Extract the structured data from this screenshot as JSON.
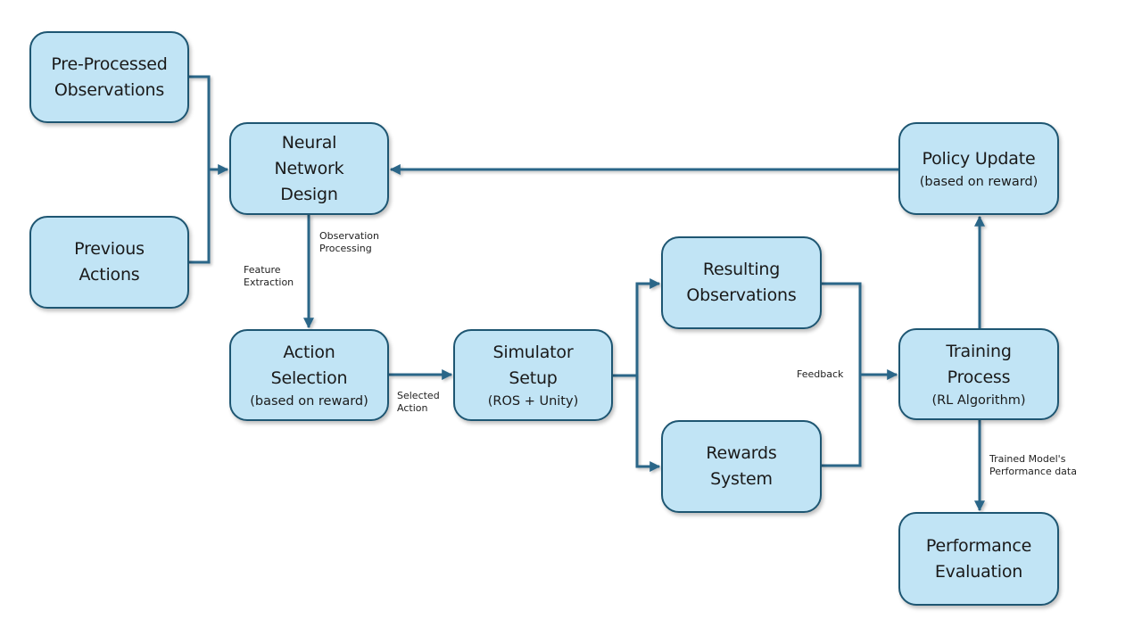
{
  "diagram": {
    "colors": {
      "node_fill": "#c1e4f5",
      "node_border": "#1e5672",
      "connector": "#2a6688"
    },
    "nodes": {
      "pre_processed": {
        "title": "Pre-Processed\nObservations"
      },
      "previous_actions": {
        "title": "Previous\nActions"
      },
      "neural_network": {
        "title": "Neural\nNetwork\nDesign"
      },
      "action_selection": {
        "title": "Action\nSelection",
        "subtitle": "(based on reward)"
      },
      "simulator": {
        "title": "Simulator\nSetup",
        "subtitle": "(ROS + Unity)"
      },
      "resulting_obs": {
        "title": "Resulting\nObservations"
      },
      "rewards": {
        "title": "Rewards\nSystem"
      },
      "training": {
        "title": "Training\nProcess",
        "subtitle": "(RL Algorithm)"
      },
      "policy_update": {
        "title": "Policy Update",
        "subtitle": "(based on reward)"
      },
      "performance": {
        "title": "Performance\nEvaluation"
      }
    },
    "edge_labels": {
      "observation_processing": "Observation\nProcessing",
      "feature_extraction": "Feature\nExtraction",
      "selected_action": "Selected\nAction",
      "feedback": "Feedback",
      "performance_data": "Trained Model's\nPerformance data"
    },
    "edges": [
      {
        "from": "pre_processed",
        "to": "neural_network"
      },
      {
        "from": "previous_actions",
        "to": "neural_network"
      },
      {
        "from": "neural_network",
        "to": "action_selection",
        "labels": [
          "observation_processing",
          "feature_extraction"
        ]
      },
      {
        "from": "action_selection",
        "to": "simulator",
        "labels": [
          "selected_action"
        ]
      },
      {
        "from": "simulator",
        "to": "resulting_obs"
      },
      {
        "from": "simulator",
        "to": "rewards"
      },
      {
        "from": "resulting_obs",
        "to": "training",
        "labels": [
          "feedback"
        ]
      },
      {
        "from": "rewards",
        "to": "training",
        "labels": [
          "feedback"
        ]
      },
      {
        "from": "training",
        "to": "policy_update"
      },
      {
        "from": "policy_update",
        "to": "neural_network"
      },
      {
        "from": "training",
        "to": "performance",
        "labels": [
          "performance_data"
        ]
      }
    ]
  }
}
